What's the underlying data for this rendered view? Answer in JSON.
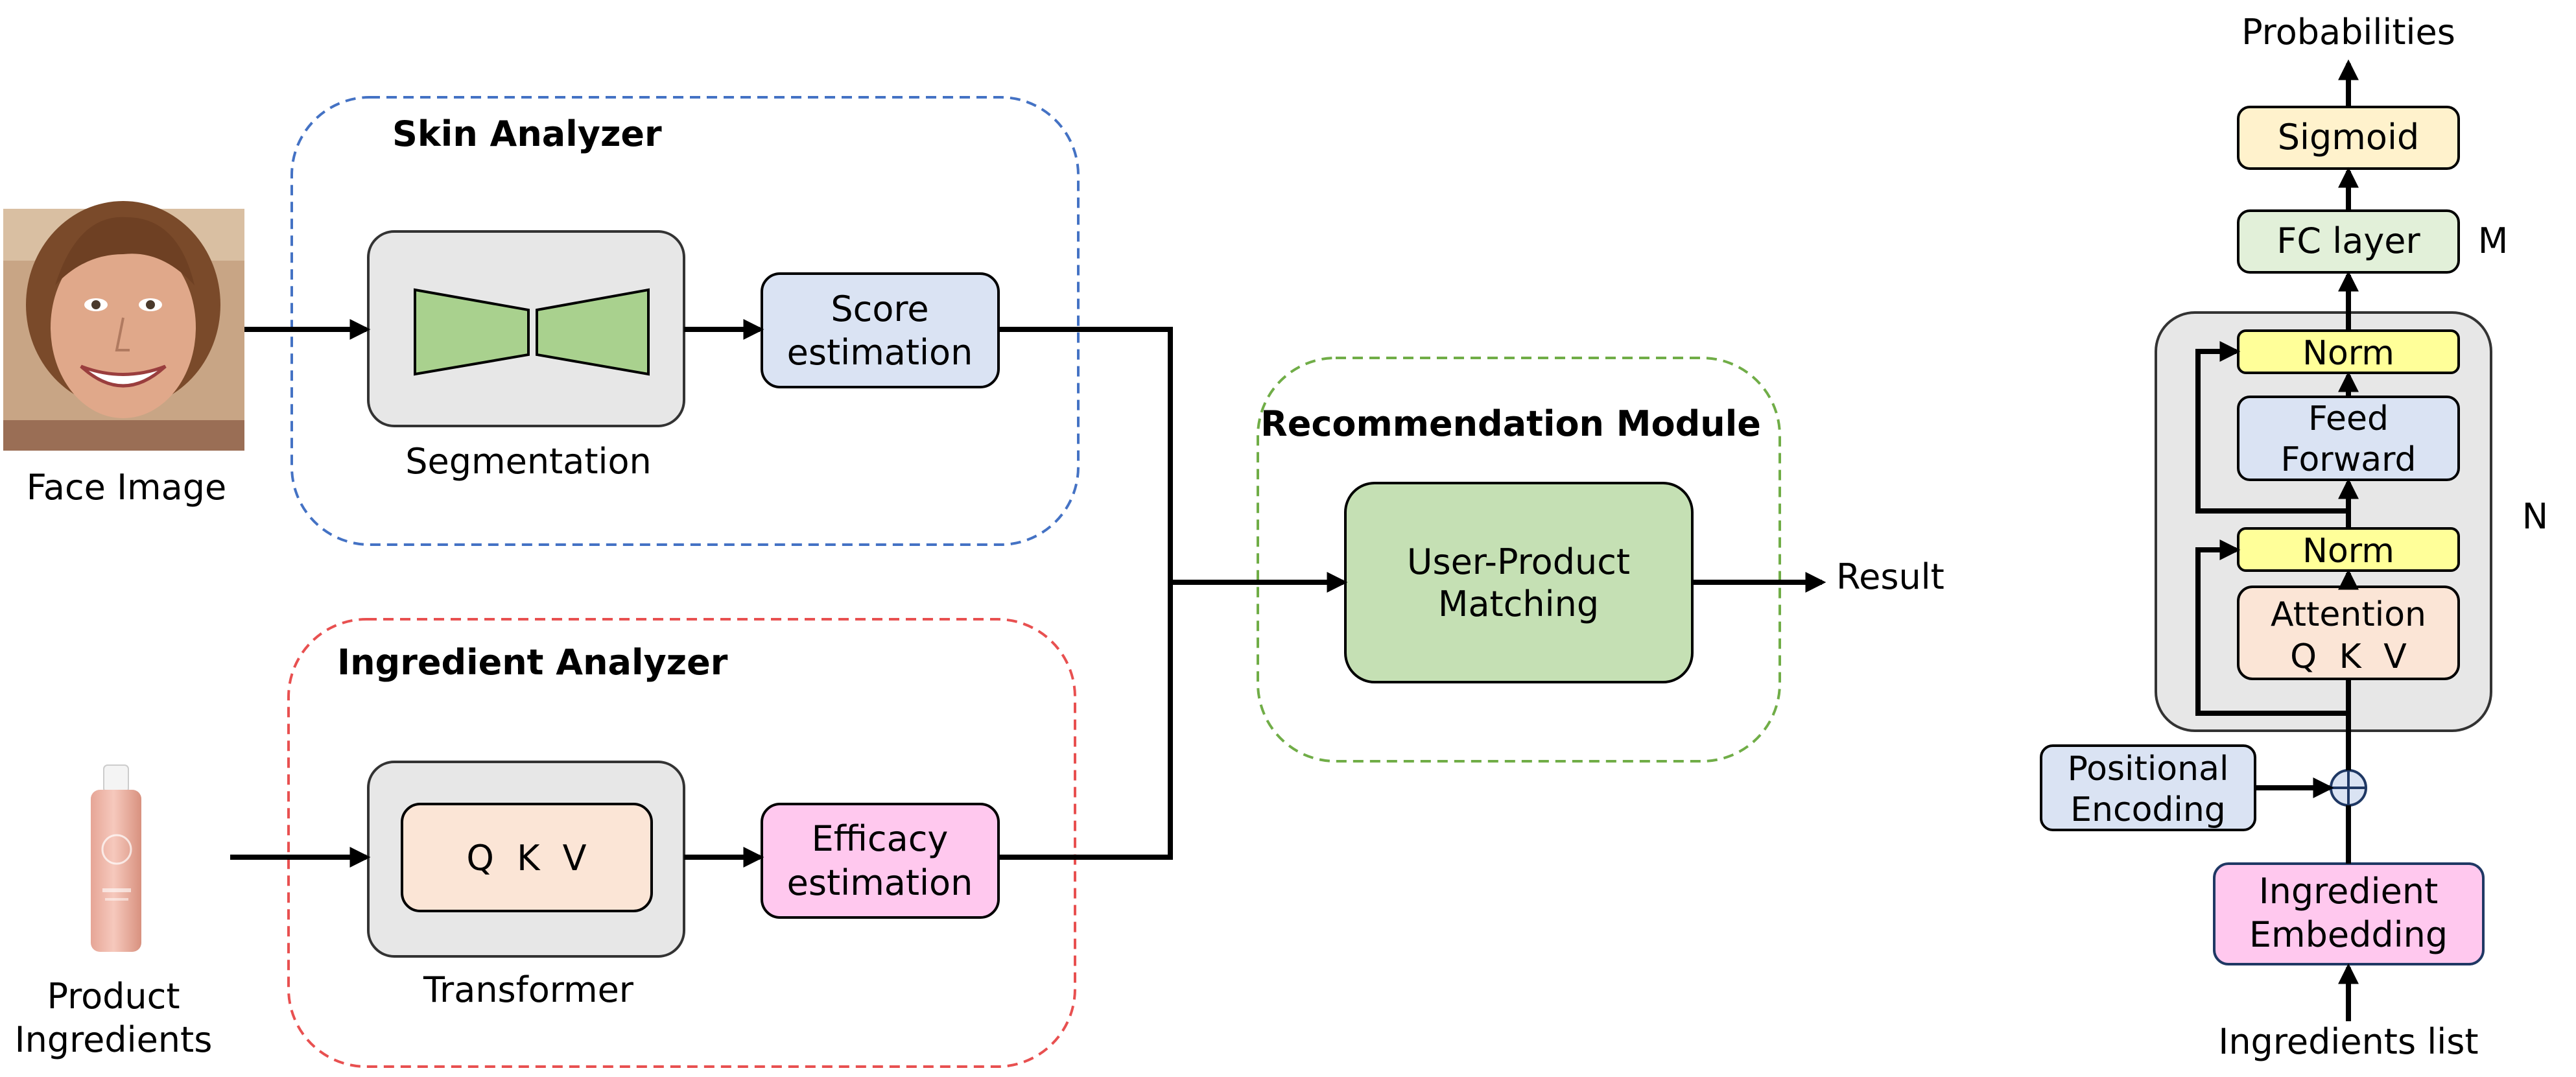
{
  "pipeline": {
    "face_image_label": "Face Image",
    "product_label_line1": "Product",
    "product_label_line2": "Ingredients",
    "skin_analyzer": {
      "title": "Skin Analyzer",
      "segmentation_label": "Segmentation",
      "score_line1": "Score",
      "score_line2": "estimation"
    },
    "ingredient_analyzer": {
      "title": "Ingredient Analyzer",
      "qkv": "Q K V",
      "transformer_label": "Transformer",
      "efficacy_line1": "Efficacy",
      "efficacy_line2": "estimation"
    },
    "recommendation": {
      "title": "Recommendation Module",
      "matching_line1": "User-Product",
      "matching_line2": "Matching",
      "result": "Result"
    }
  },
  "transformer_detail": {
    "output_label": "Probabilities",
    "sigmoid": "Sigmoid",
    "fc_layer": "FC layer",
    "m_label": "M",
    "norm_top": "Norm",
    "feed_forward_line1": "Feed",
    "feed_forward_line2": "Forward",
    "norm_bottom": "Norm",
    "attention_line1": "Attention",
    "attention_line2": "Q K V",
    "n_label": "N",
    "positional_line1": "Positional",
    "positional_line2": "Encoding",
    "embedding_line1": "Ingredient",
    "embedding_line2": "Embedding",
    "input_label": "Ingredients list"
  },
  "colors": {
    "skin_border": "#4472C4",
    "ingredient_border": "#E85050",
    "recommendation_border": "#70AD47",
    "gray_box": "#E7E7E7",
    "green_fill": "#A9D18E",
    "match_fill": "#C5E0B4",
    "blue_fill": "#DAE3F3",
    "pink_fill": "#FFC8EE",
    "peach_fill": "#FBE5D6",
    "yellow_fill": "#FFFF99",
    "sigmoid_fill": "#FFF2CC",
    "fc_fill": "#E2F0D9"
  }
}
